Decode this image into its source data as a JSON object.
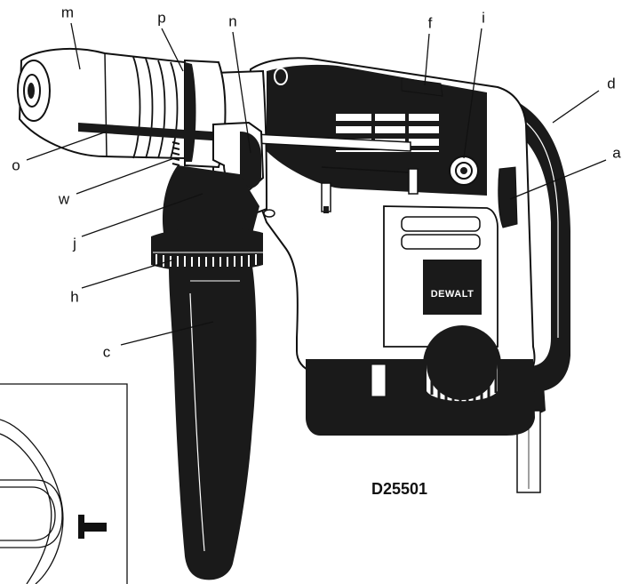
{
  "model_label": "D25501",
  "brand_label": "DEWALT",
  "callouts": [
    {
      "id": "m",
      "label": "m"
    },
    {
      "id": "p",
      "label": "p"
    },
    {
      "id": "n",
      "label": "n"
    },
    {
      "id": "f",
      "label": "f"
    },
    {
      "id": "i",
      "label": "i"
    },
    {
      "id": "d",
      "label": "d"
    },
    {
      "id": "a",
      "label": "a"
    },
    {
      "id": "o",
      "label": "o"
    },
    {
      "id": "w",
      "label": "w"
    },
    {
      "id": "j",
      "label": "j"
    },
    {
      "id": "h",
      "label": "h"
    },
    {
      "id": "c",
      "label": "c"
    }
  ],
  "colors": {
    "ink": "#111111",
    "paper": "#ffffff",
    "body": "#1a1a1a",
    "shade": "#e6e6e6"
  }
}
